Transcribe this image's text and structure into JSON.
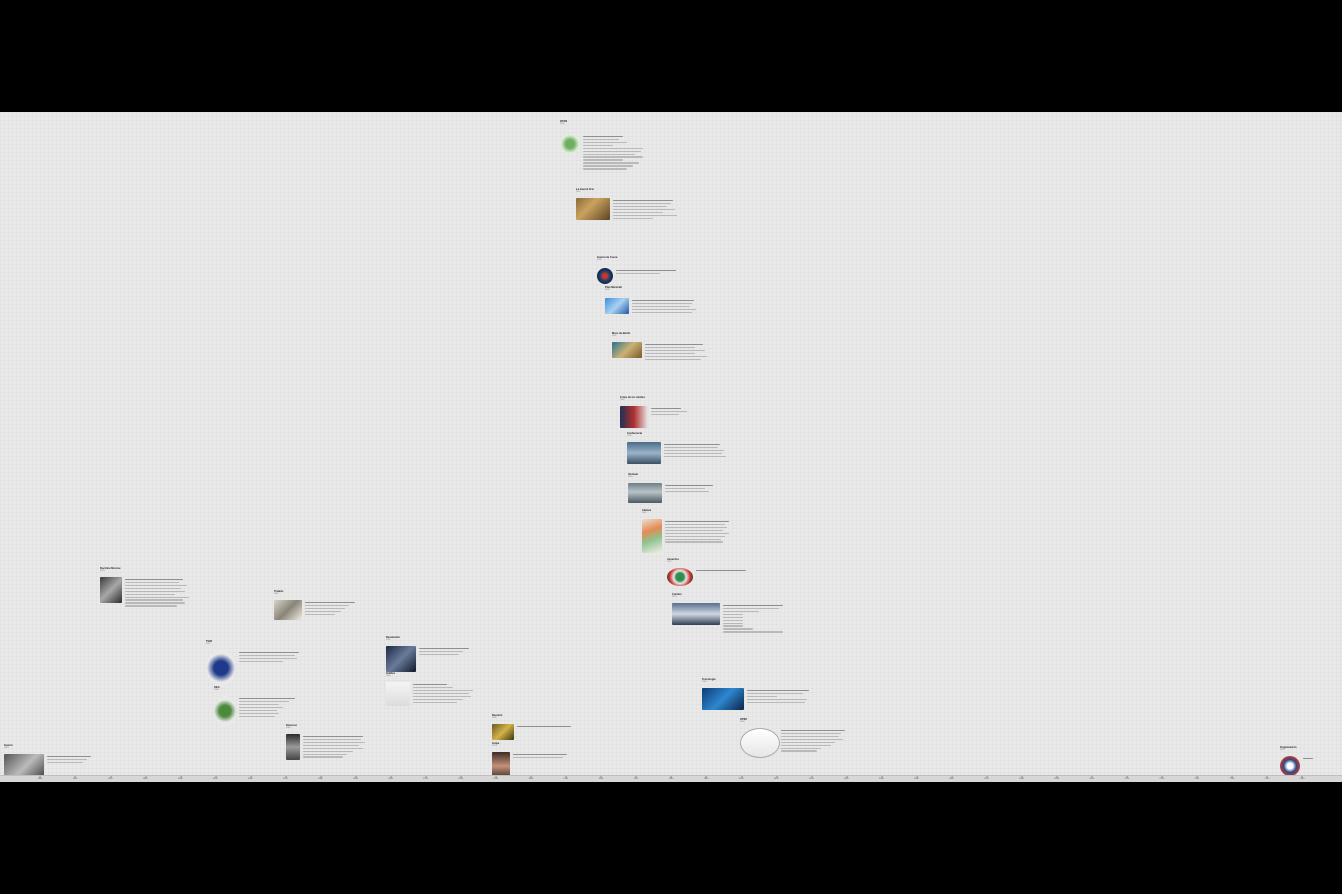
{
  "timeline": {
    "events": [
      {
        "id": "e-top",
        "title": "OTAN",
        "date": "1949",
        "thumb": "map-green",
        "lines": [
          40,
          36,
          44,
          30,
          60,
          58,
          52,
          60,
          40,
          56,
          50,
          44
        ]
      },
      {
        "id": "e-guerra",
        "title": "La Guerra Fría",
        "date": "1947",
        "thumb": "photo-sepia",
        "lines": [
          60,
          58,
          54,
          62,
          50,
          64,
          40
        ]
      },
      {
        "id": "e-seal",
        "title": "Guerra de Corea",
        "date": "1950",
        "thumb": "seal",
        "lines": [
          60,
          44
        ]
      },
      {
        "id": "e-map2",
        "title": "Plan Marshall",
        "date": "1948",
        "thumb": "photo-map",
        "lines": [
          62,
          60,
          58,
          64,
          60
        ]
      },
      {
        "id": "e-wall",
        "title": "Muro de Berlín",
        "date": "1961",
        "thumb": "photo-art",
        "lines": [
          58,
          50,
          60,
          50,
          62,
          56
        ]
      },
      {
        "id": "e-pres",
        "title": "Crisis de los misiles",
        "date": "1962",
        "thumb": "photo-flag",
        "lines": [
          30,
          36,
          28
        ]
      },
      {
        "id": "e-cuba",
        "title": "Conferencia",
        "date": "1964",
        "thumb": "photo-crowd",
        "lines": [
          56,
          54,
          60,
          58,
          62
        ]
      },
      {
        "id": "e-city",
        "title": "Vietnam",
        "date": "1965",
        "thumb": "photo-city",
        "lines": [
          48,
          40,
          44
        ]
      },
      {
        "id": "e-map3",
        "title": "Alianza",
        "date": "1961",
        "thumb": "map-color",
        "lines": [
          64,
          60,
          62,
          58,
          64,
          60,
          56,
          58
        ]
      },
      {
        "id": "e-logo",
        "title": "Acuerdos",
        "date": "1975",
        "thumb": "logo-mx",
        "lines": [
          50
        ]
      },
      {
        "id": "e-group",
        "title": "Cumbre",
        "date": "1979",
        "thumb": "photo-group",
        "lines": [
          60,
          56,
          36,
          20,
          20,
          20,
          20,
          20,
          30,
          60
        ]
      },
      {
        "id": "e-tech",
        "title": "Tecnología",
        "date": "1985",
        "thumb": "photo-tech",
        "lines": [
          62,
          56,
          30,
          60,
          58
        ]
      },
      {
        "id": "e-opep",
        "title": "OPEP",
        "date": "1990",
        "thumb": "logo-opep",
        "lines": [
          64,
          60,
          58,
          62,
          54,
          50,
          40,
          36
        ]
      },
      {
        "id": "e-last",
        "title": "Organización",
        "date": "2012",
        "thumb": "seal2",
        "lines": [
          10
        ]
      },
      {
        "id": "e-l1",
        "title": "Doctrina Monroe",
        "date": "1823",
        "thumb": "photo-bw",
        "lines": [
          58,
          54,
          62,
          56,
          60,
          50,
          64,
          58,
          60,
          52
        ]
      },
      {
        "id": "e-l2",
        "title": "Tratado",
        "date": "1830",
        "thumb": "photo-doc",
        "lines": [
          50,
          44,
          40,
          36,
          30
        ]
      },
      {
        "id": "e-l3",
        "title": "TIAR",
        "date": "1947",
        "thumb": "map-blue",
        "lines": [
          60,
          56,
          58,
          44
        ]
      },
      {
        "id": "e-l4",
        "title": "OEA",
        "date": "1948",
        "thumb": "map-green2",
        "lines": [
          56,
          50,
          40,
          44,
          38,
          40,
          36
        ]
      },
      {
        "id": "e-l5",
        "title": "Revolución",
        "date": "1959",
        "thumb": "photo-pres",
        "lines": [
          50,
          44,
          40
        ]
      },
      {
        "id": "e-l6",
        "title": "Gráfica",
        "date": "1960",
        "thumb": "chart",
        "lines": [
          34,
          40,
          60,
          56,
          58,
          50,
          44
        ]
      },
      {
        "id": "e-l7",
        "title": "Discurso",
        "date": "1962",
        "thumb": "photo-bw2",
        "lines": [
          60,
          58,
          62,
          56,
          60,
          50,
          44,
          40
        ]
      },
      {
        "id": "e-l8",
        "title": "Reunión",
        "date": "1969",
        "thumb": "photo-gold",
        "lines": [
          54
        ]
      },
      {
        "id": "e-l9",
        "title": "Golpe",
        "date": "1973",
        "thumb": "photo-woman",
        "lines": [
          54,
          50
        ]
      },
      {
        "id": "e-bl",
        "title": "Guerra",
        "date": "1810",
        "thumb": "photo-bw3",
        "lines": [
          44,
          40,
          36
        ]
      }
    ],
    "axis": [
      "1800",
      "1810",
      "1820",
      "1830",
      "1840",
      "1850",
      "1860",
      "1870",
      "1880",
      "1890",
      "1900",
      "1910",
      "1920",
      "1930",
      "1940",
      "1950",
      "1960",
      "1970",
      "1980",
      "1990",
      "2000",
      "2010",
      "2020",
      "2030",
      "2040",
      "2050",
      "2060",
      "2070",
      "2080",
      "2090",
      "2100",
      "2110",
      "2120",
      "2130",
      "2140",
      "2150",
      "2160"
    ]
  },
  "colors": {
    "background": "#e9e9e9",
    "letterbox": "#000000"
  }
}
